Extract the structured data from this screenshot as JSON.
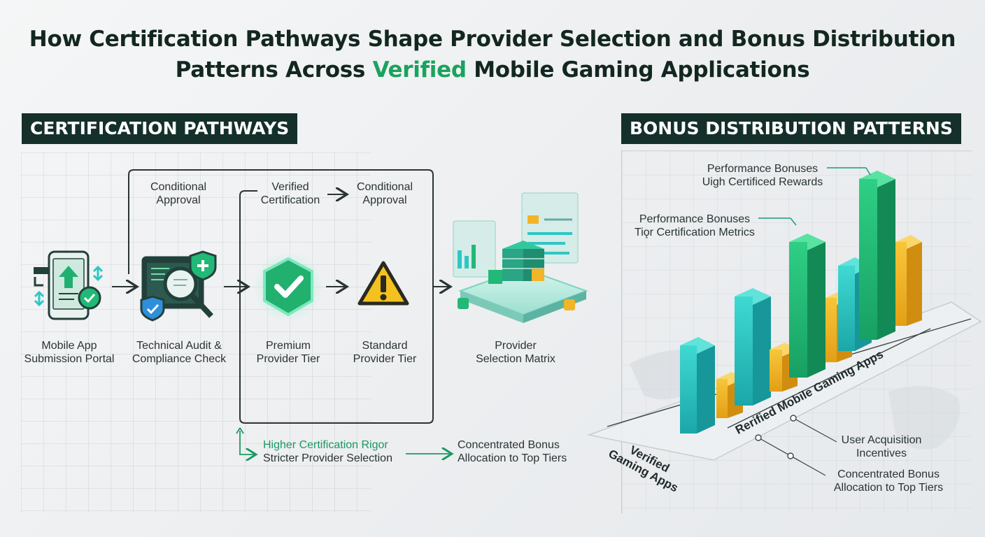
{
  "title": {
    "line1": "How Certification Pathways Shape Provider Selection and Bonus Distribution",
    "line2_pre": "Patterns Across ",
    "line2_highlight": "Verified",
    "line2_post": " Mobile Gaming Applications"
  },
  "left_section": {
    "header": "CERTIFICATION PATHWAYS",
    "nodes": [
      {
        "line1": "Mobile App",
        "line2": "Submission Portal",
        "icon": "mobile-upload-icon"
      },
      {
        "line1": "Technical Audit &",
        "line2": "Compliance Check",
        "icon": "audit-magnifier-icon"
      },
      {
        "line1": "Premium",
        "line2": "Provider Tier",
        "icon": "shield-check-icon"
      },
      {
        "line1": "Standard",
        "line2": "Provider Tier",
        "icon": "warning-triangle-icon"
      },
      {
        "line1": "Provider",
        "line2": "Selection Matrix",
        "icon": "server-matrix-icon"
      }
    ],
    "top_labels": [
      {
        "line1": "Conditional",
        "line2": "Approval"
      },
      {
        "line1": "Verified",
        "line2": "Certification"
      },
      {
        "line1": "Conditional",
        "line2": "Approval"
      }
    ],
    "bottom_note": {
      "line1": "Higher Certification Rigor",
      "line2": "Stricter Provider Selection",
      "result_line1": "Concentrated Bonus",
      "result_line2": "Allocation to Top Tiers"
    }
  },
  "right_section": {
    "header": "BONUS DISTRIBUTION PATTERNS",
    "annotations": [
      {
        "line1": "Performance Bonuses",
        "line2": "Uigh Certificed Rewards"
      },
      {
        "line1": "Performance Bonuses",
        "line2": "Tiǫr Certification Metrics"
      },
      {
        "line1": "User Acquisition",
        "line2": "Incentives"
      },
      {
        "line1": "Concentrated Bonus",
        "line2": "Allocation to Top Tiers"
      }
    ],
    "axis_label_front": "Verified Gaming Apps",
    "axis_label_back": "Rerified Mobile Gaming Apps",
    "colors": {
      "teal": "#2ec7c4",
      "green": "#22b877",
      "amber": "#f2b428"
    }
  }
}
